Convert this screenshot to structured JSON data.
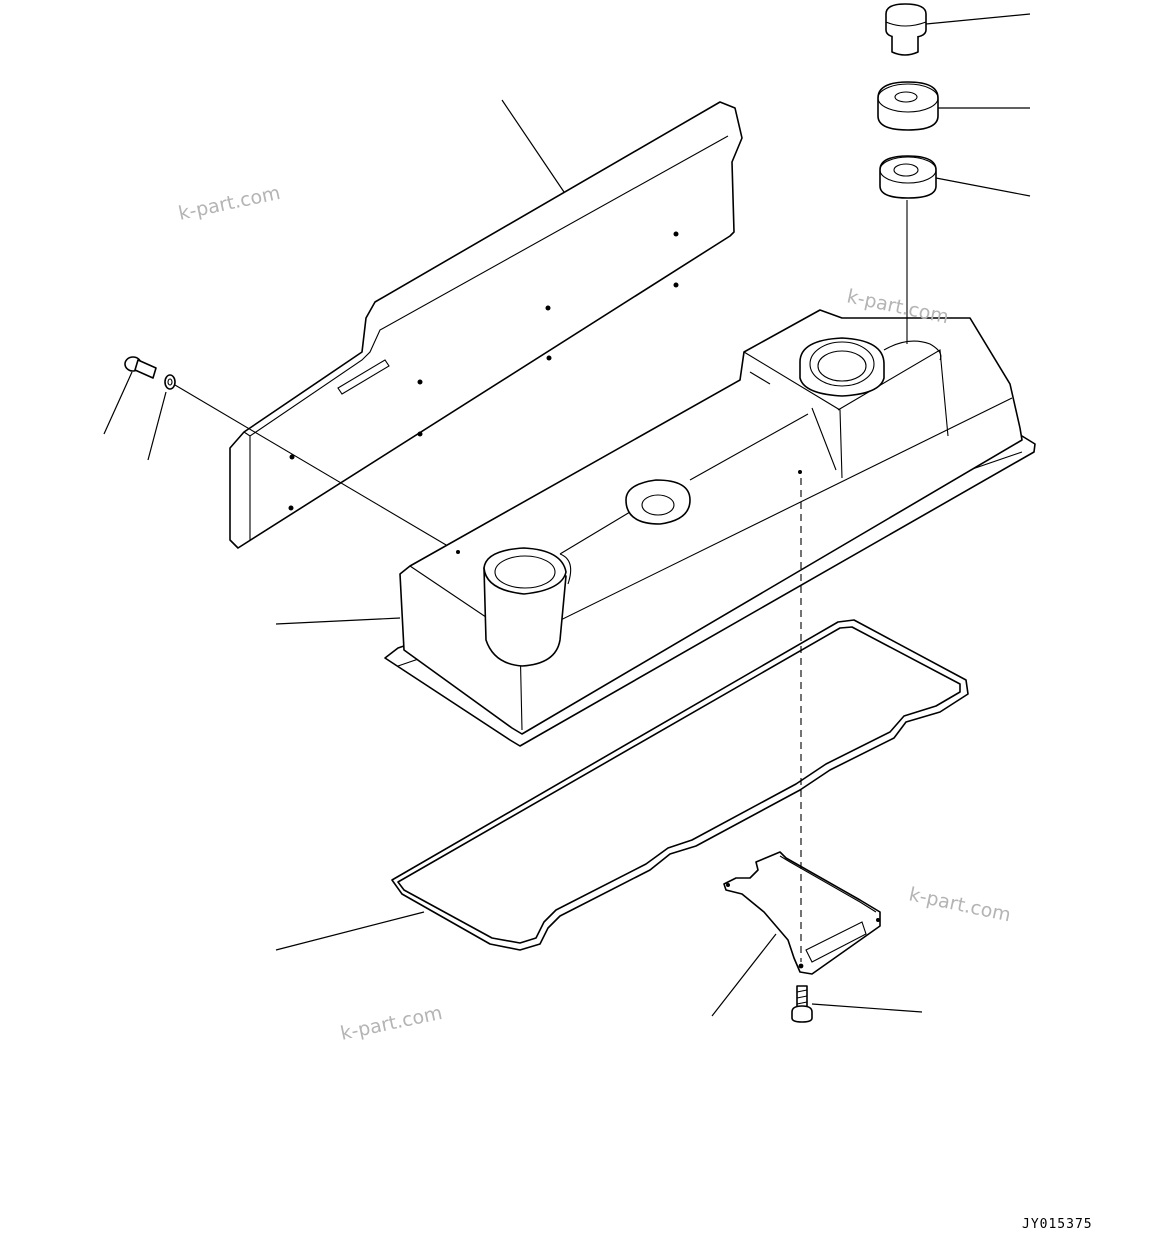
{
  "diagram": {
    "drawing_code": "JY015375",
    "watermarks": [
      "k-part.com",
      "k-part.com",
      "k-part.com",
      "k-part.com"
    ]
  },
  "colors": {
    "line": "#000000",
    "watermark": "#b4b4b4",
    "background": "#ffffff"
  }
}
